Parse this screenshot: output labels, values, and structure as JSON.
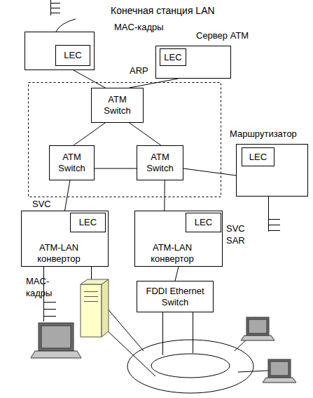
{
  "diagram": {
    "nodes": [
      {
        "text": [
          "Конечная станция LAN"
        ]
      },
      {
        "text": [
          "LEC"
        ],
        "in": 0
      },
      {
        "text": [
          "Сервер ATM"
        ]
      },
      {
        "text": [
          "LEC"
        ],
        "in": 2
      },
      {
        "text": [
          "ATM Switch"
        ]
      },
      {
        "text": [
          "ATM Switch"
        ]
      },
      {
        "text": [
          "ATM Switch"
        ]
      },
      {
        "text": [
          "Маршрутизатор"
        ]
      },
      {
        "text": [
          "LEC"
        ],
        "in": 7
      },
      {
        "text": [
          "ATM-LAN конвертор"
        ]
      },
      {
        "text": [
          "LEC"
        ],
        "in": 9
      },
      {
        "text": [
          "ATM-LAN конвертор"
        ]
      },
      {
        "text": [
          "LEC"
        ],
        "in": 11
      },
      {
        "text": [
          "FDDI Ethernet Switch"
        ]
      }
    ],
    "edges": [
      {
        "from": 0,
        "to": 4,
        "arrow": "none"
      },
      {
        "from": 2,
        "to": 4,
        "arrow": "none"
      },
      {
        "from": 4,
        "to": 5,
        "arrow": "none"
      },
      {
        "from": 4,
        "to": 6,
        "arrow": "none"
      },
      {
        "from": 5,
        "to": 6,
        "arrow": "none"
      },
      {
        "from": 6,
        "to": 7,
        "arrow": "none"
      },
      {
        "from": 5,
        "to": 9,
        "arrow": "none"
      },
      {
        "from": 6,
        "to": 11,
        "arrow": "none"
      },
      {
        "from": 11,
        "to": 13,
        "arrow": "none"
      }
    ],
    "labels": [
      "MAC-кадры",
      "ARP",
      "SVC",
      "SVC SAR",
      "MAC- кадры"
    ]
  }
}
